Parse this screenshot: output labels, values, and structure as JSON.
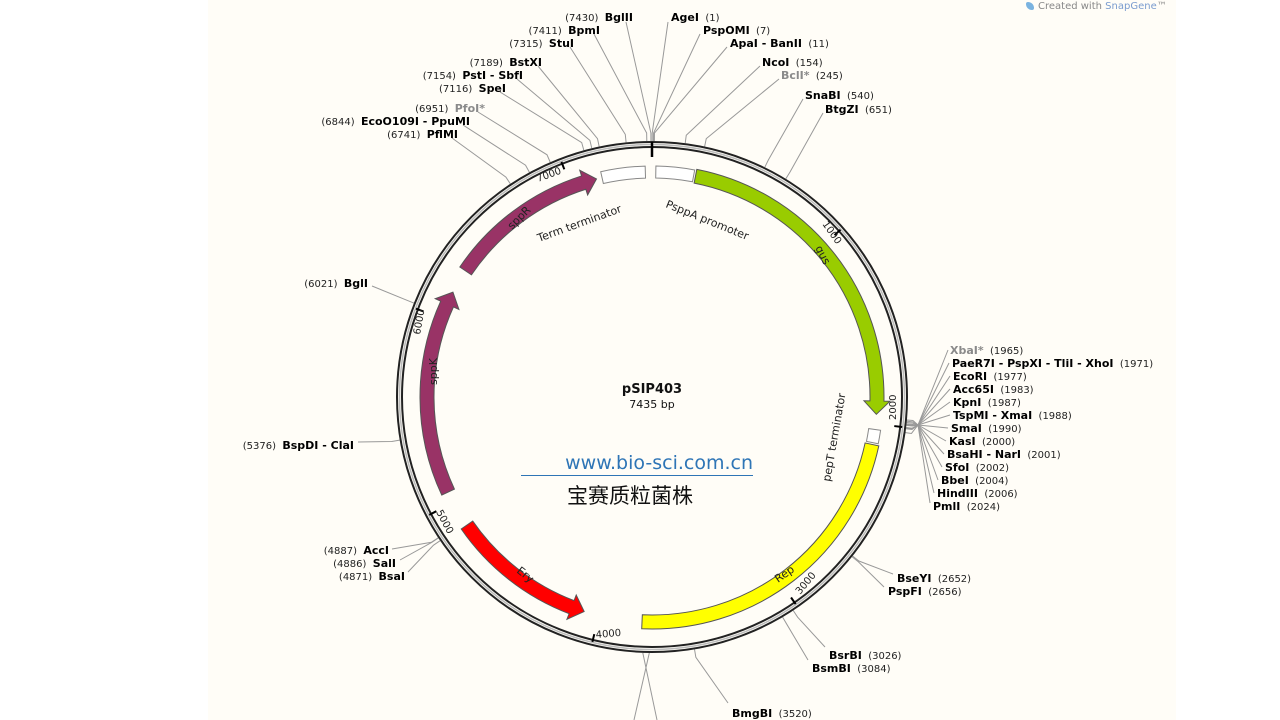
{
  "brand": {
    "prefix": "Created with",
    "name": "SnapGene",
    "mark": "™"
  },
  "plasmid": {
    "name": "pSIP403",
    "length_label": "7435 bp",
    "length": 7435
  },
  "watermark": {
    "url": "www.bio-sci.com.cn",
    "text": "宝赛质粒菌株"
  },
  "ticks": [
    "1000",
    "2000",
    "3000",
    "4000",
    "5000",
    "6000",
    "7000"
  ],
  "features": [
    {
      "name": "PsppA promoter",
      "start": 20,
      "end": 220,
      "type": "box",
      "color": "#ffffff"
    },
    {
      "name": "gus",
      "start": 230,
      "end": 1950,
      "type": "arrow",
      "dir": 1,
      "color": "#99cc00"
    },
    {
      "name": "pepT terminator",
      "start": 2030,
      "end": 2100,
      "type": "box",
      "color": "#ffffff"
    },
    {
      "name": "Rep",
      "start": 2110,
      "end": 3770,
      "type": "band",
      "color": "#ffff00"
    },
    {
      "name": "Ery",
      "start": 4080,
      "end": 4860,
      "type": "arrow",
      "dir": -1,
      "color": "#ff0000"
    },
    {
      "name": "sppK",
      "start": 5060,
      "end": 6150,
      "type": "arrow",
      "dir": 1,
      "color": "#993366"
    },
    {
      "name": "sppR",
      "start": 6280,
      "end": 7140,
      "type": "arrow",
      "dir": 1,
      "color": "#993366"
    },
    {
      "name": "Term terminator",
      "start": 7170,
      "end": 7400,
      "type": "box",
      "color": "#ffffff"
    }
  ],
  "sites": [
    {
      "name": "BglII",
      "pos": "(7430)",
      "bp": 7430
    },
    {
      "name": "AgeI",
      "pos": "(1)",
      "bp": 1
    },
    {
      "name": "BpmI",
      "pos": "(7411)",
      "bp": 7411
    },
    {
      "name": "PspOMI",
      "pos": "(7)",
      "bp": 7
    },
    {
      "name": "StuI",
      "pos": "(7315)",
      "bp": 7315
    },
    {
      "name": "ApaI - BanII",
      "pos": "(11)",
      "bp": 11
    },
    {
      "name": "NcoI",
      "pos": "(154)",
      "bp": 154
    },
    {
      "name": "BclI*",
      "pos": "(245)",
      "bp": 245,
      "faded": true
    },
    {
      "name": "BstXI",
      "pos": "(7189)",
      "bp": 7189
    },
    {
      "name": "PstI - SbfI",
      "pos": "(7154)",
      "bp": 7154
    },
    {
      "name": "SpeI",
      "pos": "(7116)",
      "bp": 7116
    },
    {
      "name": "SnaBI",
      "pos": "(540)",
      "bp": 540
    },
    {
      "name": "BtgZI",
      "pos": "(651)",
      "bp": 651
    },
    {
      "name": "PfoI*",
      "pos": "(6951)",
      "bp": 6951,
      "faded": true
    },
    {
      "name": "EcoO109I - PpuMI",
      "pos": "(6844)",
      "bp": 6844
    },
    {
      "name": "PflMI",
      "pos": "(6741)",
      "bp": 6741
    },
    {
      "name": "BglI",
      "pos": "(6021)",
      "bp": 6021
    },
    {
      "name": "BspDI - ClaI",
      "pos": "(5376)",
      "bp": 5376
    },
    {
      "name": "AccI",
      "pos": "(4887)",
      "bp": 4887
    },
    {
      "name": "SalI",
      "pos": "(4886)",
      "bp": 4886
    },
    {
      "name": "BsaI",
      "pos": "(4871)",
      "bp": 4871
    },
    {
      "name": "XbaI*",
      "pos": "(1965)",
      "bp": 1965,
      "faded": true
    },
    {
      "name": "PaeR7I - PspXI - TliI - XhoI",
      "pos": "(1971)",
      "bp": 1971
    },
    {
      "name": "EcoRI",
      "pos": "(1977)",
      "bp": 1977
    },
    {
      "name": "Acc65I",
      "pos": "(1983)",
      "bp": 1983
    },
    {
      "name": "KpnI",
      "pos": "(1987)",
      "bp": 1987
    },
    {
      "name": "TspMI - XmaI",
      "pos": "(1988)",
      "bp": 1988
    },
    {
      "name": "SmaI",
      "pos": "(1990)",
      "bp": 1990
    },
    {
      "name": "KasI",
      "pos": "(2000)",
      "bp": 2000
    },
    {
      "name": "BsaHI - NarI",
      "pos": "(2001)",
      "bp": 2001
    },
    {
      "name": "SfoI",
      "pos": "(2002)",
      "bp": 2002
    },
    {
      "name": "BbeI",
      "pos": "(2004)",
      "bp": 2004
    },
    {
      "name": "HindIII",
      "pos": "(2006)",
      "bp": 2006
    },
    {
      "name": "PmlI",
      "pos": "(2024)",
      "bp": 2024
    },
    {
      "name": "BseYI",
      "pos": "(2652)",
      "bp": 2652
    },
    {
      "name": "PspFI",
      "pos": "(2656)",
      "bp": 2656
    },
    {
      "name": "BsrBI",
      "pos": "(3026)",
      "bp": 3026
    },
    {
      "name": "BsmBI",
      "pos": "(3084)",
      "bp": 3084
    },
    {
      "name": "BmgBI",
      "pos": "(3520)",
      "bp": 3520
    }
  ]
}
